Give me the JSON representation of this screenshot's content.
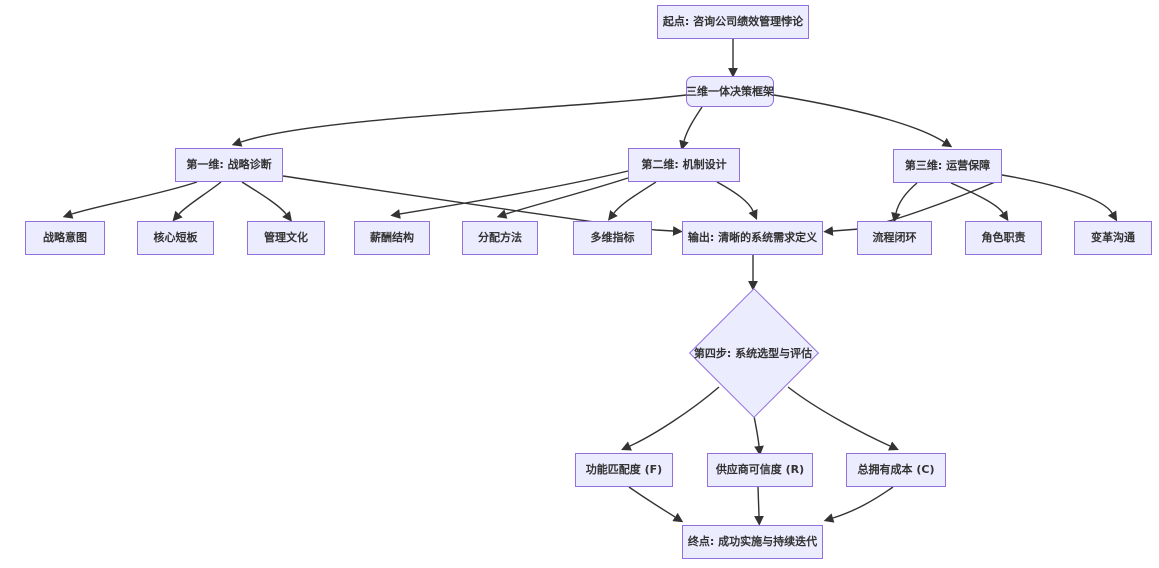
{
  "diagram": {
    "type": "flowchart",
    "direction": "top-down",
    "style": {
      "node_fill": "#ECECFF",
      "node_border": "#9370DB",
      "edge_color": "#333333",
      "text_color": "#333333",
      "background": "#ffffff"
    },
    "nodes": {
      "start": {
        "label": "起点: 咨询公司绩效管理悖论",
        "shape": "rect"
      },
      "framework": {
        "label": "三维一体决策框架",
        "shape": "rounded-rect"
      },
      "dim1": {
        "label": "第一维: 战略诊断",
        "shape": "rect"
      },
      "dim2": {
        "label": "第二维: 机制设计",
        "shape": "rect"
      },
      "dim3": {
        "label": "第三维: 运营保障",
        "shape": "rect"
      },
      "s1": {
        "label": "战略意图",
        "shape": "rect"
      },
      "s2": {
        "label": "核心短板",
        "shape": "rect"
      },
      "s3": {
        "label": "管理文化",
        "shape": "rect"
      },
      "m1": {
        "label": "薪酬结构",
        "shape": "rect"
      },
      "m2": {
        "label": "分配方法",
        "shape": "rect"
      },
      "m3": {
        "label": "多维指标",
        "shape": "rect"
      },
      "output": {
        "label": "输出: 清晰的系统需求定义",
        "shape": "rect"
      },
      "o1": {
        "label": "流程闭环",
        "shape": "rect"
      },
      "o2": {
        "label": "角色职责",
        "shape": "rect"
      },
      "o3": {
        "label": "变革沟通",
        "shape": "rect"
      },
      "step4": {
        "label": "第四步: 系统选型与评估",
        "shape": "diamond"
      },
      "f": {
        "label": "功能匹配度 (F)",
        "shape": "rect"
      },
      "r": {
        "label": "供应商可信度 (R)",
        "shape": "rect"
      },
      "c": {
        "label": "总拥有成本 (C)",
        "shape": "rect"
      },
      "end": {
        "label": "终点: 成功实施与持续迭代",
        "shape": "rect"
      }
    },
    "edges": [
      {
        "from": "start",
        "to": "framework"
      },
      {
        "from": "framework",
        "to": "dim1"
      },
      {
        "from": "framework",
        "to": "dim2"
      },
      {
        "from": "framework",
        "to": "dim3"
      },
      {
        "from": "dim1",
        "to": "s1"
      },
      {
        "from": "dim1",
        "to": "s2"
      },
      {
        "from": "dim1",
        "to": "s3"
      },
      {
        "from": "dim1",
        "to": "output"
      },
      {
        "from": "dim2",
        "to": "m1"
      },
      {
        "from": "dim2",
        "to": "m2"
      },
      {
        "from": "dim2",
        "to": "m3"
      },
      {
        "from": "dim2",
        "to": "output"
      },
      {
        "from": "dim3",
        "to": "o1"
      },
      {
        "from": "dim3",
        "to": "o2"
      },
      {
        "from": "dim3",
        "to": "o3"
      },
      {
        "from": "dim3",
        "to": "output"
      },
      {
        "from": "output",
        "to": "step4"
      },
      {
        "from": "step4",
        "to": "f"
      },
      {
        "from": "step4",
        "to": "r"
      },
      {
        "from": "step4",
        "to": "c"
      },
      {
        "from": "f",
        "to": "end"
      },
      {
        "from": "r",
        "to": "end"
      },
      {
        "from": "c",
        "to": "end"
      }
    ]
  }
}
